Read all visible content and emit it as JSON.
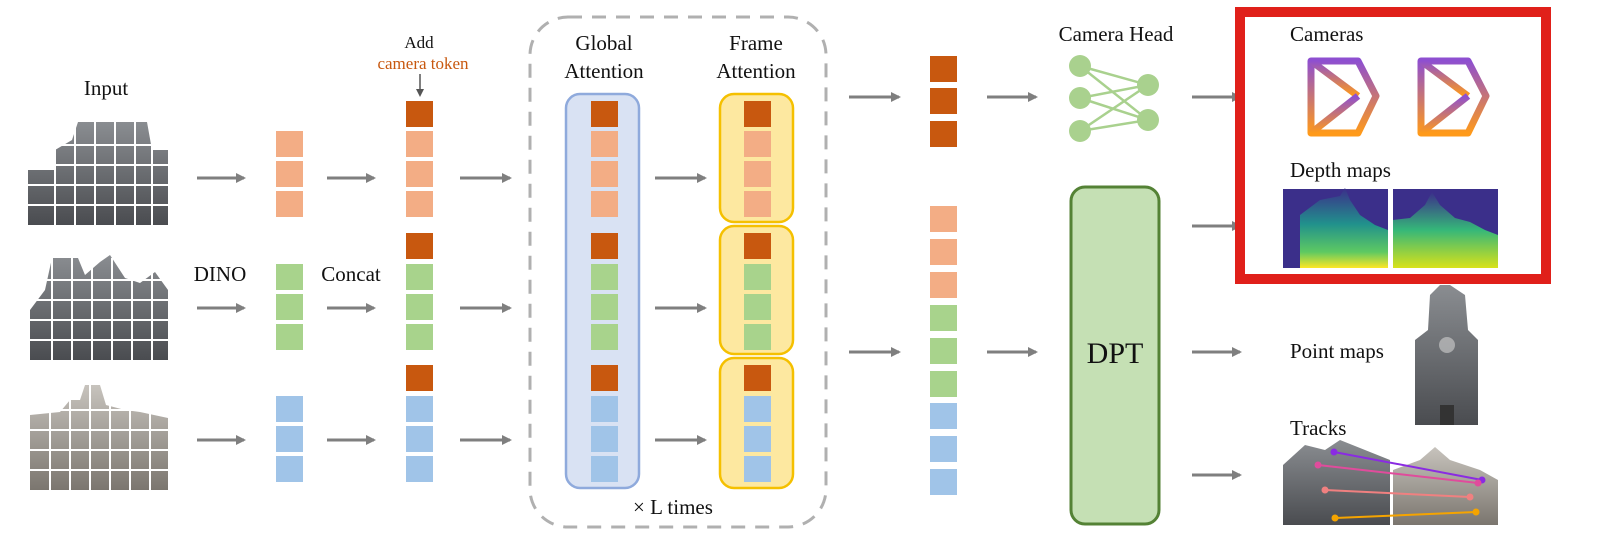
{
  "labels": {
    "input": "Input",
    "dino": "DINO",
    "concat": "Concat",
    "add": "Add",
    "camera_token": "camera token",
    "global_attention_1": "Global",
    "global_attention_2": "Attention",
    "frame_attention_1": "Frame",
    "frame_attention_2": "Attention",
    "times_prefix": "×",
    "times_var": "L",
    "times_suffix": "times",
    "camera_head": "Camera Head",
    "dpt": "DPT",
    "cameras": "Cameras",
    "depth_maps": "Depth maps",
    "point_maps": "Point maps",
    "tracks": "Tracks"
  },
  "colors": {
    "camera_token": "#c8580f",
    "frame1_token": "#f3ad85",
    "frame2_token": "#a8d38c",
    "frame3_token": "#a0c4e8",
    "global_box_fill": "#d9e2f3",
    "global_box_stroke": "#8faadc",
    "frame_box_fill": "#fde8a0",
    "frame_box_stroke": "#f5c000",
    "dpt_fill": "#c5e0b4",
    "dpt_stroke": "#548235",
    "camera_head_nodes": "#a9d18e",
    "highlight_box": "#e0201a",
    "arrow": "#7f7f7f",
    "camera_gradient_top": "#8e4fd0",
    "camera_gradient_bottom": "#ff9a1a"
  },
  "icons": {
    "input_images": "cathedral-photo-grid",
    "camera_frustum": "camera-frustum-icon",
    "depth_map": "depth-map-image",
    "point_map": "point-cloud-image",
    "tracks": "track-lines-image"
  }
}
